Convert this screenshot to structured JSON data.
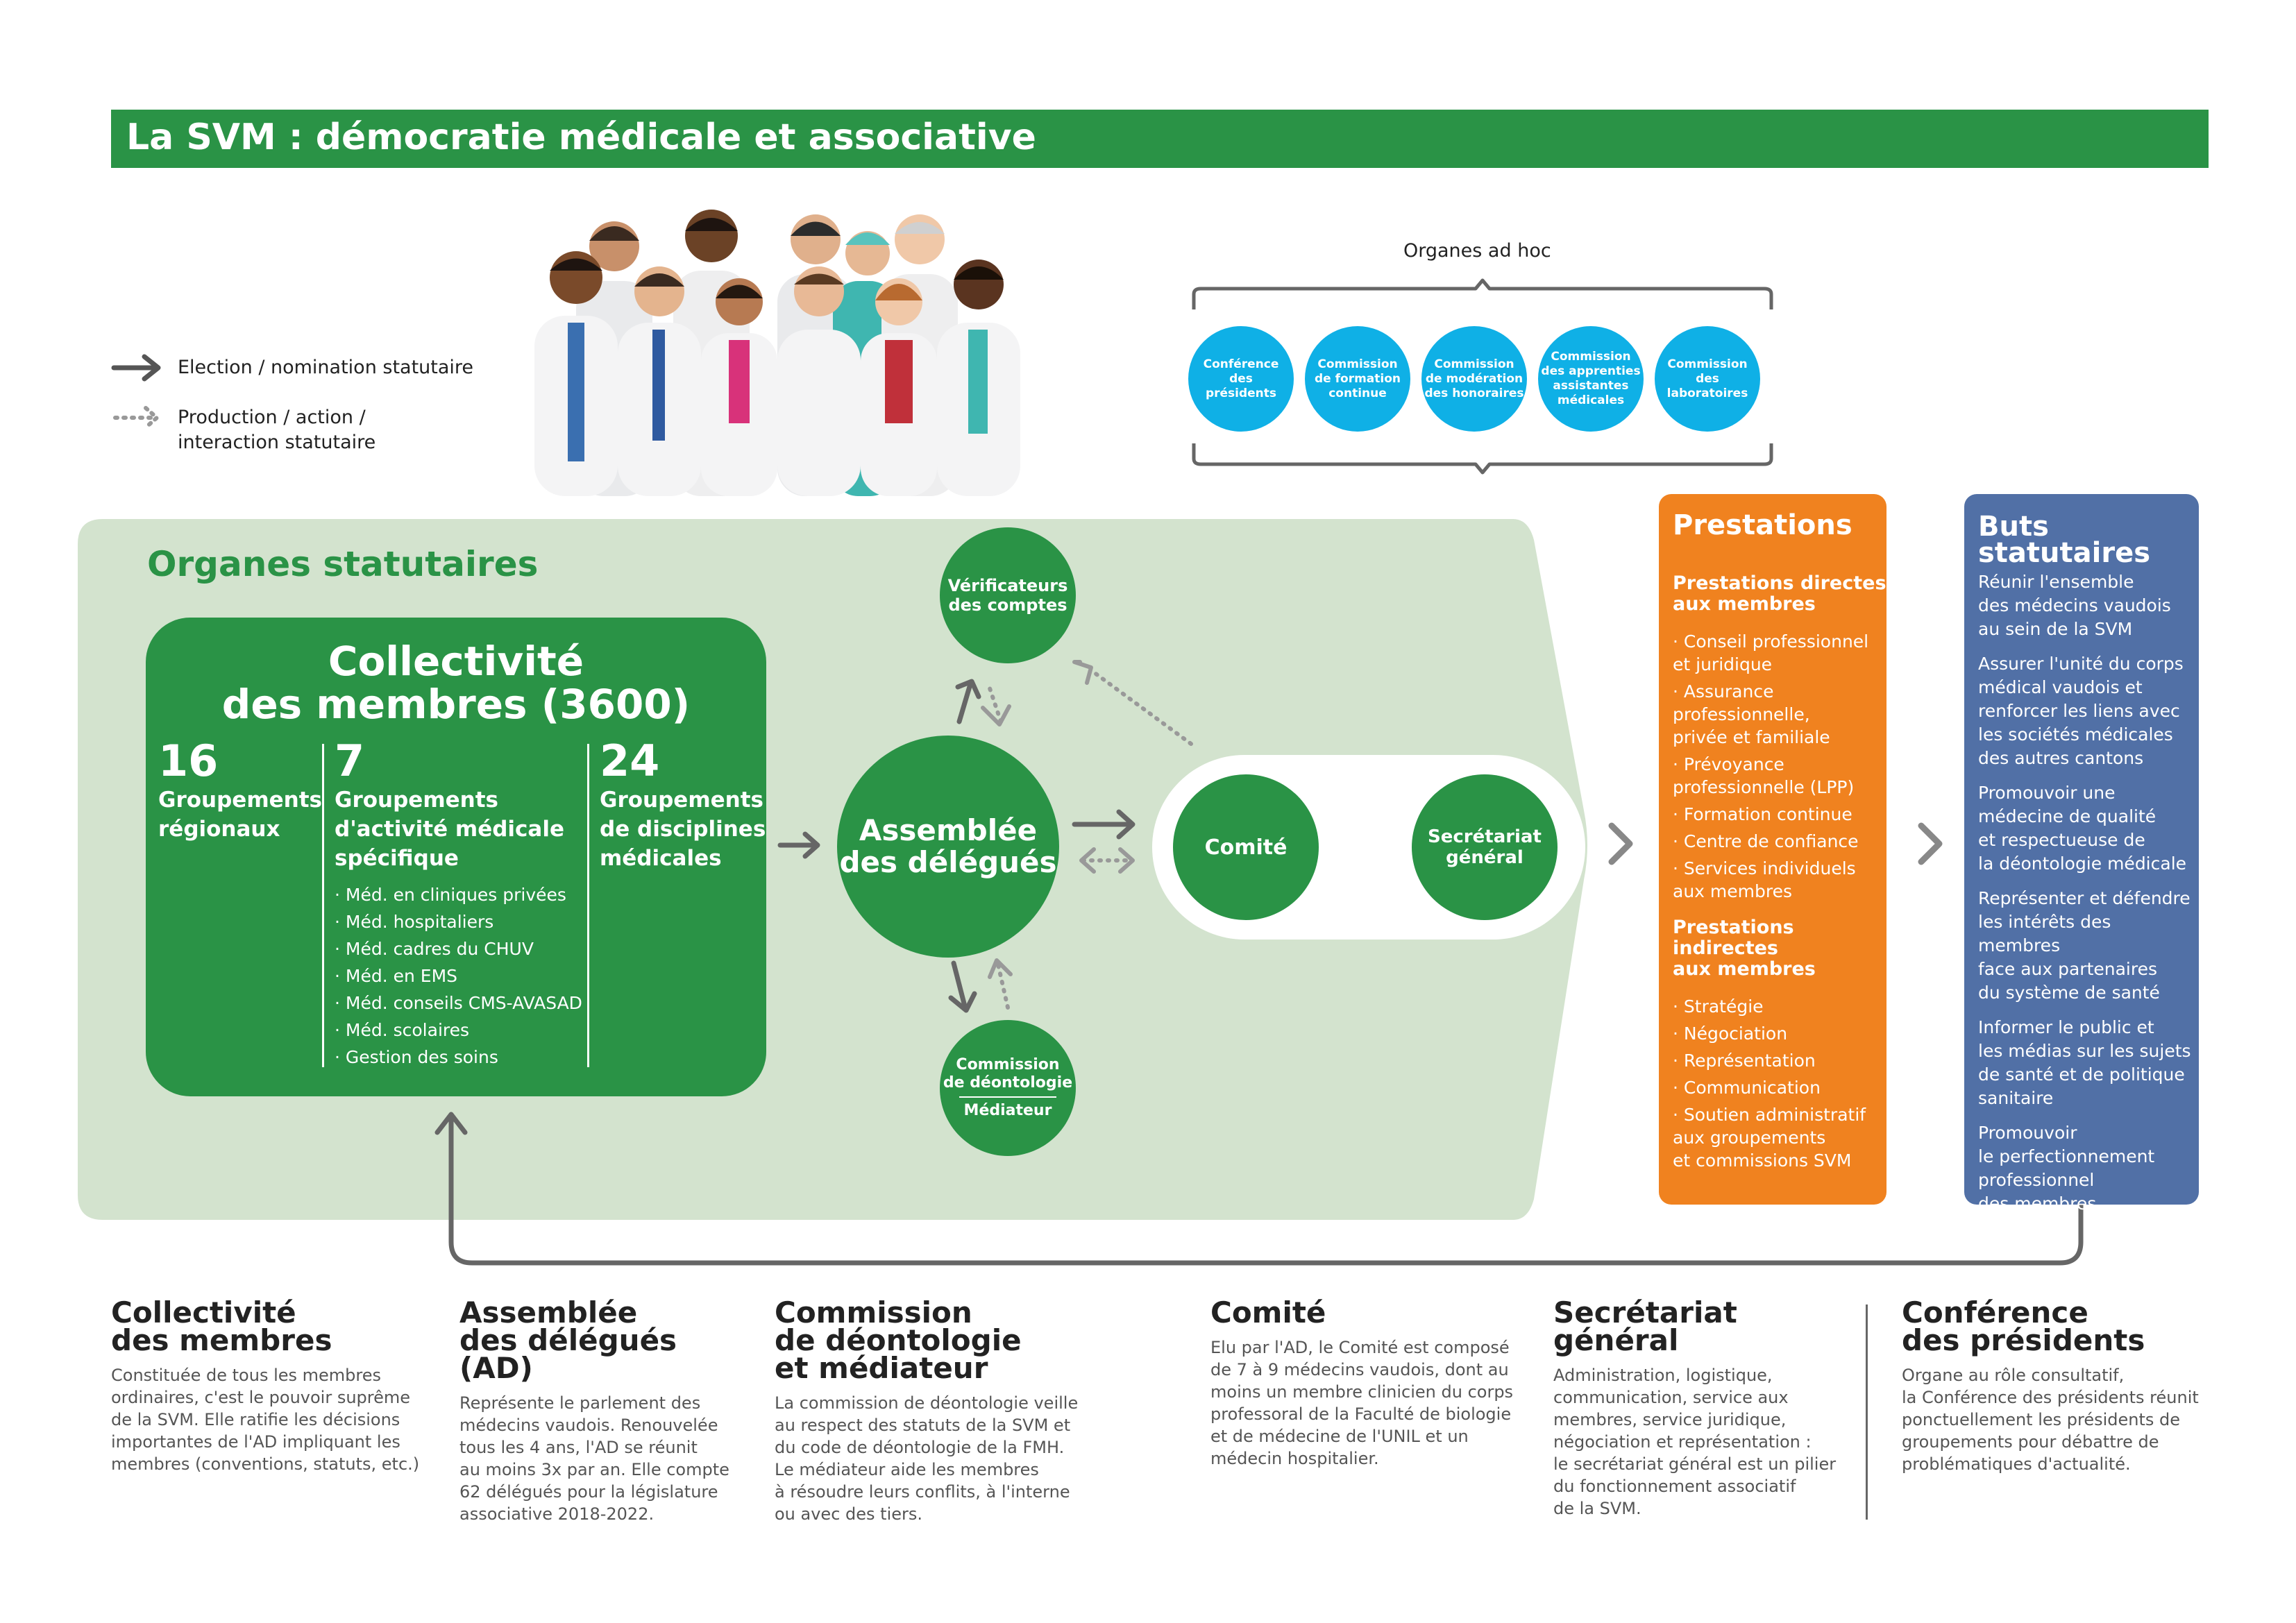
{
  "header": {
    "title": "La SVM : démocratie médicale et associative"
  },
  "legend": {
    "election": "Election / nomination statutaire",
    "production": "Production / action /\ninteraction statutaire"
  },
  "adhoc": {
    "title": "Organes ad hoc",
    "items": [
      "Conférence\ndes\nprésidents",
      "Commission\nde formation\ncontinue",
      "Commission\nde modération\ndes honoraires",
      "Commission\ndes apprenties\nassistantes\nmédicales",
      "Commission\ndes\nlaboratoires"
    ]
  },
  "statutory": {
    "title": "Organes statutaires",
    "collectivite": {
      "title": "Collectivité\ndes membres (3600)",
      "groups": [
        {
          "number": "16",
          "label": "Groupements\nrégionaux"
        },
        {
          "number": "7",
          "label": "Groupements\nd'activité médicale\nspécifique"
        },
        {
          "number": "24",
          "label": "Groupements\nde disciplines\nmédicales"
        }
      ],
      "sub_items": [
        "· Méd. en cliniques privées",
        "· Méd. hospitaliers",
        "· Méd. cadres du CHUV",
        "· Méd. en EMS",
        "· Méd. conseils CMS-AVASAD",
        "· Méd. scolaires",
        "· Gestion des soins"
      ]
    },
    "verificateurs": "Vérificateurs\ndes comptes",
    "assemblee": "Assemblée\ndes délégués",
    "deontologie": "Commission\nde déontologie",
    "mediateur": "Médiateur",
    "comite": "Comité",
    "secretariat": "Secrétariat\ngénéral"
  },
  "prestations": {
    "title": "Prestations",
    "direct_title": "Prestations directes\naux membres",
    "direct_items": [
      "· Conseil professionnel\n  et juridique",
      "· Assurance\n  professionnelle,\n  privée et familiale",
      "· Prévoyance\n  professionnelle (LPP)",
      "· Formation continue",
      "· Centre de confiance",
      "· Services individuels\n  aux membres"
    ],
    "indirect_title": "Prestations\nindirectes\naux membres",
    "indirect_items": [
      "· Stratégie",
      "· Négociation",
      "· Représentation",
      "· Communication",
      "· Soutien administratif\n  aux groupements\n  et commissions SVM"
    ]
  },
  "buts": {
    "title": "Buts\nstatutaires",
    "items": [
      "Réunir l'ensemble\ndes médecins vaudois\nau sein de la SVM",
      "Assurer l'unité du corps\nmédical vaudois et\nrenforcer les liens avec\nles sociétés médicales\ndes autres cantons",
      "Promouvoir une\nmédecine de qualité\net respectueuse de\nla déontologie médicale",
      "Représenter et défendre\nles intérêts des membres\nface aux partenaires\ndu système de santé",
      "Informer le public et\nles médias sur les sujets\nde santé et de politique\nsanitaire",
      "Promouvoir\nle perfectionnement\nprofessionnel\ndes membres"
    ]
  },
  "descriptions": [
    {
      "title": "Collectivité\ndes membres",
      "body": "Constituée de tous les membres\nordinaires, c'est le pouvoir suprême\nde la SVM. Elle ratifie les décisions\nimportantes de l'AD impliquant les\nmembres (conventions, statuts, etc.)"
    },
    {
      "title": "Assemblée\ndes délégués (AD)",
      "body": "Représente le parlement des\nmédecins vaudois. Renouvelée\ntous les 4 ans, l'AD se réunit\nau moins 3x par an. Elle compte\n62 délégués pour la législature\nassociative 2018-2022."
    },
    {
      "title": "Commission\nde déontologie\net médiateur",
      "body": "La commission de déontologie veille\nau respect des statuts de la SVM et\ndu code de déontologie de la FMH.\nLe médiateur aide les membres\nà résoudre leurs conflits, à l'interne\nou avec des tiers."
    },
    {
      "title": "Comité",
      "body": "Elu par l'AD, le Comité est composé\nde 7 à 9 médecins vaudois, dont au\nmoins un membre clinicien du corps\nprofessoral de la Faculté de biologie\net de médecine de l'UNIL et un\nmédecin hospitalier."
    },
    {
      "title": "Secrétariat\ngénéral",
      "body": "Administration, logistique,\ncommunication, service aux\nmembres, service juridique,\nnégociation et représentation :\nle secrétariat général est un pilier\ndu fonctionnement associatif\nde la SVM."
    },
    {
      "title": "Conférence\ndes présidents",
      "body": "Organe au rôle consultatif,\nla Conférence des présidents réunit\nponctuellement les présidents de\ngroupements pour débattre de\nproblématiques d'actualité."
    }
  ],
  "colors": {
    "green": "#2a9346",
    "light_green": "#d3e3ce",
    "cyan": "#0fb0e6",
    "orange": "#f0821f",
    "blue": "#5170a6",
    "arrow_gray": "#777777"
  }
}
